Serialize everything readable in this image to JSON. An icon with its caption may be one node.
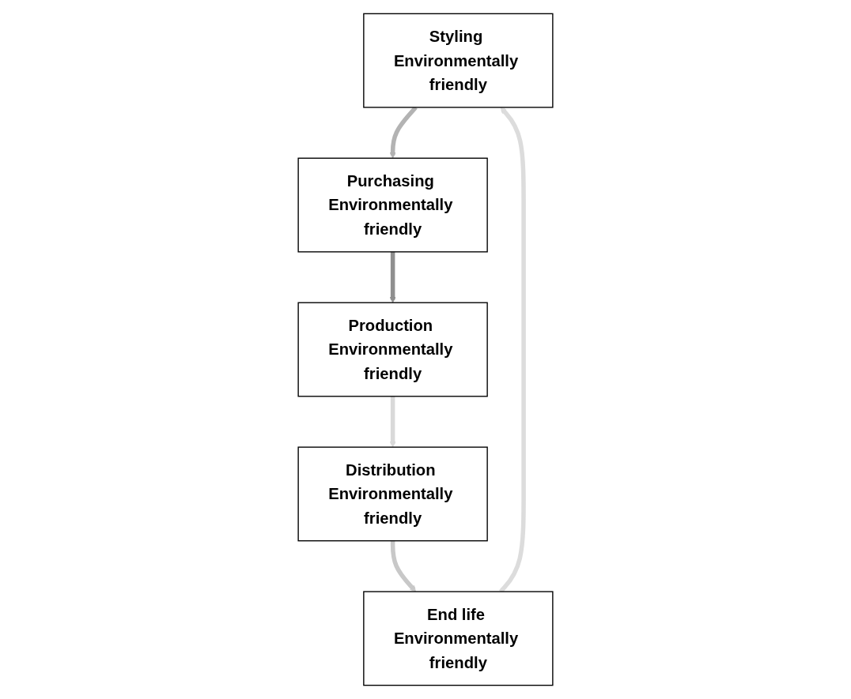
{
  "diagram": {
    "nodes": [
      {
        "text": [
          "Styling Environmentally friendly"
        ]
      },
      {
        "text": [
          "Purchasing Environmentally friendly"
        ]
      },
      {
        "text": [
          "Production Environmentally friendly"
        ]
      },
      {
        "text": [
          "Distribution Environmentally friendly"
        ]
      },
      {
        "text": [
          "End life Environmentally friendly"
        ]
      }
    ],
    "edges": [
      {
        "from": 0,
        "to": 1,
        "arrow": "to",
        "color": "#b3b3b3"
      },
      {
        "from": 1,
        "to": 2,
        "arrow": "to",
        "color": "#8f8f8f"
      },
      {
        "from": 2,
        "to": 3,
        "arrow": "to",
        "color": "#d9d9d9"
      },
      {
        "from": 3,
        "to": 4,
        "arrow": "to",
        "color": "#c8c8c8"
      },
      {
        "from": 4,
        "to": 0,
        "arrow": "to",
        "color": "#dcdcdc"
      }
    ]
  }
}
